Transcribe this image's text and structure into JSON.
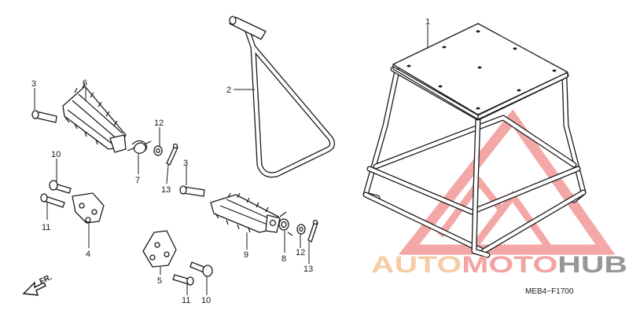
{
  "diagram": {
    "code": "MEB4−F1700",
    "direction_label": "FR."
  },
  "callouts": {
    "stand_top": "1",
    "lift_handle": "2",
    "bolt_left": "3",
    "bolt_right": "3",
    "bracket_left": "4",
    "bracket_right": "5",
    "footpeg_left": "6",
    "spring_left": "7",
    "spring_right": "8",
    "footpeg_right": "9",
    "bolt10_left": "10",
    "bolt10_right": "10",
    "bolt11_left": "11",
    "bolt11_right": "11",
    "washer_left": "12",
    "washer_right": "12",
    "pin_left": "13",
    "pin_right": "13"
  },
  "watermark": {
    "part1": "AUTO",
    "part2": "MOTO",
    "part3": "HUB",
    "colors": {
      "orange": "#f5c79a",
      "red": "#f29a98",
      "gray": "#8c8c8c"
    }
  }
}
